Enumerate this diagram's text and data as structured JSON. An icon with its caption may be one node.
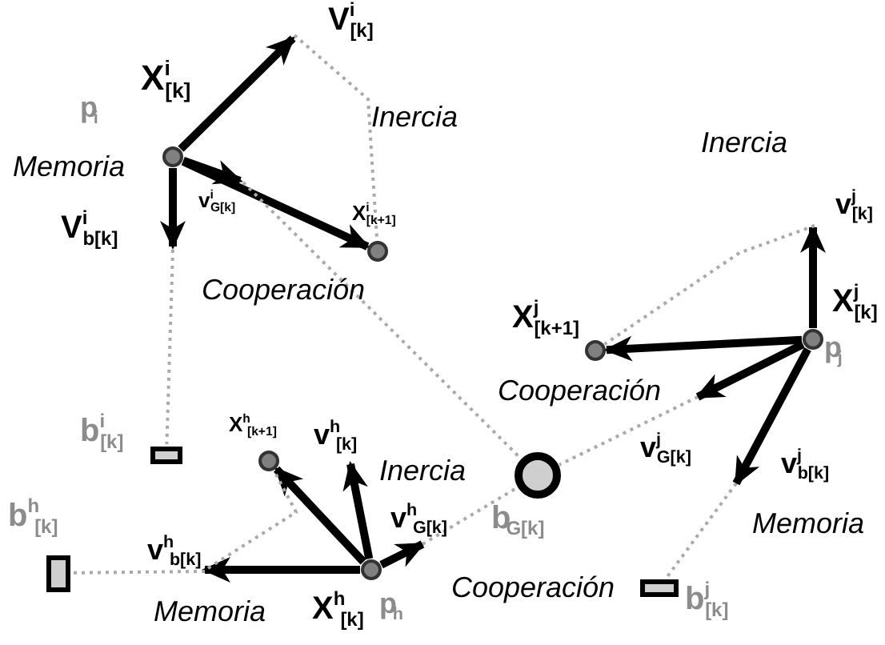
{
  "diagram": {
    "nodes": [
      {
        "text": [
          "X$^{i}$$_{[k]}$"
        ],
        "beside": [
          "p$_{i}$"
        ]
      },
      {
        "text": [
          "X$^{i}$$_{[k+1]}$"
        ]
      },
      {
        "text": [
          "b$^{i}$$_{[k]}$"
        ]
      },
      {
        "text": [
          "X$^{j}$$_{[k]}$"
        ],
        "beside": [
          "p$_{j}$"
        ]
      },
      {
        "text": [
          "X$^{j}$$_{[k+1]}$"
        ]
      },
      {
        "text": [
          "b$^{j}$$_{[k]}$"
        ]
      },
      {
        "text": [
          "b$_{G[k]}$"
        ]
      },
      {
        "text": [
          "X$^{h}$$_{[k]}$"
        ],
        "beside": [
          "p$_{h}$"
        ]
      },
      {
        "text": [
          "X$^{h}$$_{[k+1]}$"
        ]
      },
      {
        "text": [
          "b$^{h}$$_{[k]}$"
        ]
      }
    ],
    "edges": [
      {
        "from": 0,
        "to": null,
        "arrow": "to",
        "label": "V$^{i}$$_{[k]}$"
      },
      {
        "from": 0,
        "to": null,
        "arrow": "to",
        "label": "V$^{i}$$_{b[k]}$"
      },
      {
        "from": 0,
        "to": null,
        "arrow": "to",
        "label": "v$^{i}$$_{G[k]}$"
      },
      {
        "from": 0,
        "to": 1,
        "arrow": "to"
      },
      {
        "from": 3,
        "to": null,
        "arrow": "to",
        "label": "v$^{j}$$_{[k]}$"
      },
      {
        "from": 3,
        "to": 4,
        "arrow": "to"
      },
      {
        "from": 3,
        "to": null,
        "arrow": "to",
        "label": "v$^{j}$$_{G[k]}$"
      },
      {
        "from": 3,
        "to": null,
        "arrow": "to",
        "label": "v$^{j}$$_{b[k]}$"
      },
      {
        "from": 7,
        "to": 8,
        "arrow": "to"
      },
      {
        "from": 7,
        "to": null,
        "arrow": "to",
        "label": "v$^{h}$$_{[k]}$"
      },
      {
        "from": 7,
        "to": null,
        "arrow": "to",
        "label": "v$^{h}$$_{G[k]}$"
      },
      {
        "from": 7,
        "to": null,
        "arrow": "to",
        "label": "v$^{h}$$_{b[k]}$"
      },
      {
        "from": null,
        "to": 1,
        "arrow": "none",
        "style": "dashed",
        "color": "#aaaaaa"
      },
      {
        "from": null,
        "to": 2,
        "arrow": "none",
        "style": "dashed",
        "color": "#aaaaaa"
      },
      {
        "from": null,
        "to": 6,
        "arrow": "none",
        "style": "dashed",
        "color": "#aaaaaa"
      },
      {
        "from": null,
        "to": 4,
        "arrow": "none",
        "style": "dashed",
        "color": "#aaaaaa"
      },
      {
        "from": null,
        "to": 6,
        "arrow": "none",
        "style": "dashed",
        "color": "#aaaaaa"
      },
      {
        "from": null,
        "to": 5,
        "arrow": "none",
        "style": "dashed",
        "color": "#aaaaaa"
      },
      {
        "from": null,
        "to": 8,
        "arrow": "none",
        "style": "dashed",
        "color": "#aaaaaa"
      },
      {
        "from": null,
        "to": 9,
        "arrow": "none",
        "style": "dashed",
        "color": "#aaaaaa"
      },
      {
        "from": null,
        "to": 6,
        "arrow": "none",
        "style": "dashed",
        "color": "#aaaaaa"
      }
    ],
    "labels": [
      "Inercia",
      "Inercia",
      "Memoria",
      "Cooperación",
      "Cooperación",
      "Inercia",
      "Memoria",
      "Cooperación",
      "Memoria"
    ]
  }
}
